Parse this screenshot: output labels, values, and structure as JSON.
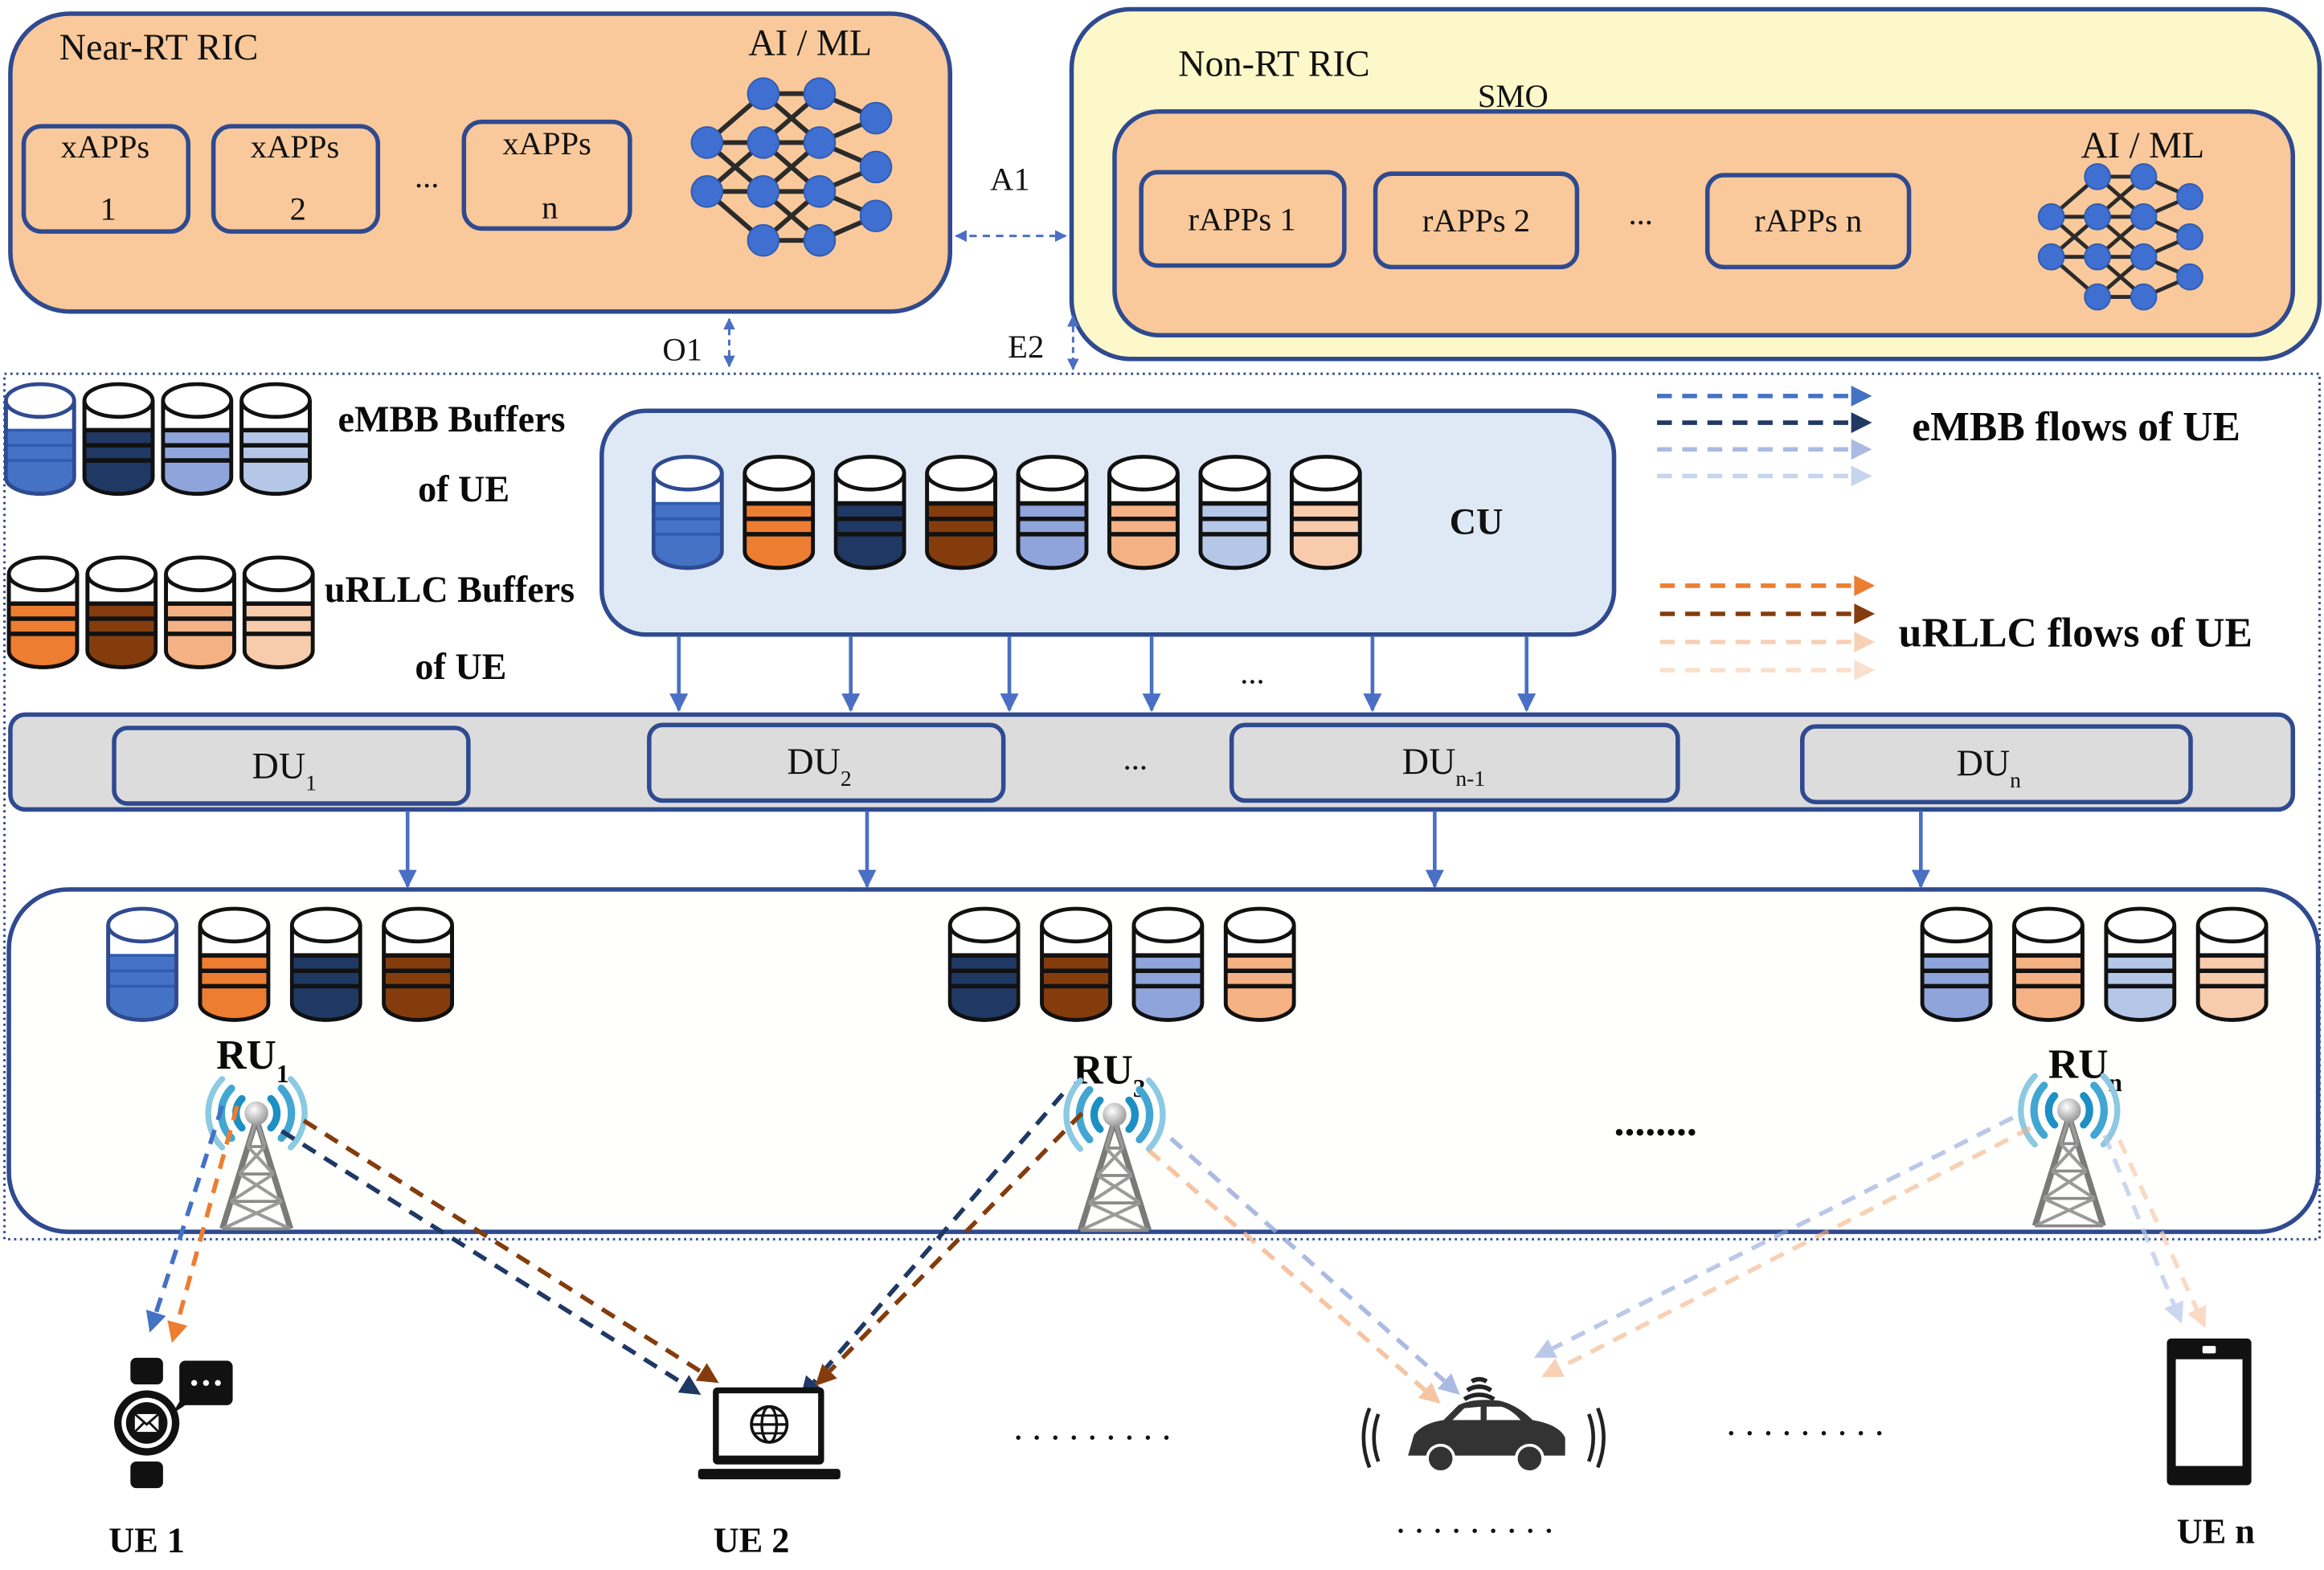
{
  "colors": {
    "near_rt_fill": "#f9c99b",
    "non_rt_fill": "#fdf8c9",
    "smo_fill": "#f9c99b",
    "cu_fill": "#dfe9f6",
    "du_bar_fill": "#dcdcdc",
    "box_stroke": "#2f4a8f",
    "arrow_blue": "#4a6fc4",
    "nn_node": "#3f6fd0",
    "nn_edge": "#2b2b2b"
  },
  "near_rt_ric": {
    "title": "Near-RT RIC",
    "ai_ml": "AI / ML",
    "xapps": [
      {
        "label": "xAPPs",
        "index": "1"
      },
      {
        "label": "xAPPs",
        "index": "2"
      },
      {
        "label": "xAPPs",
        "index": "n"
      }
    ],
    "ellipsis": "..."
  },
  "non_rt_ric": {
    "title": "Non-RT RIC",
    "smo_label": "SMO",
    "ai_ml": "AI / ML",
    "rapps": [
      "rAPPs 1",
      "rAPPs 2",
      "rAPPs n"
    ],
    "ellipsis": "..."
  },
  "interfaces": {
    "a1": "A1",
    "o1": "O1",
    "e2": "E2"
  },
  "legend": {
    "embb_buffers_line1": "eMBB Buffers",
    "embb_buffers_line2": "of UE",
    "urllc_buffers_line1": "uRLLC Buffers",
    "urllc_buffers_line2": "of UE",
    "embb_flows": "eMBB flows of UE",
    "urllc_flows": "uRLLC flows of UE",
    "embb_colors": [
      "#4472c4",
      "#1f3864",
      "#8fa4da",
      "#b4c7e7"
    ],
    "urllc_colors": [
      "#ed7d31",
      "#843c0c",
      "#f4b183",
      "#f8cbad"
    ]
  },
  "cu": {
    "label": "CU",
    "buffers": [
      "#4472c4",
      "#ed7d31",
      "#1f3864",
      "#843c0c",
      "#8fa4da",
      "#f4b183",
      "#b4c7e7",
      "#f8cbad"
    ],
    "ellipsis": "..."
  },
  "du": {
    "units": [
      {
        "base": "DU",
        "sub": "1"
      },
      {
        "base": "DU",
        "sub": "2"
      },
      {
        "base": "DU",
        "sub": "n-1"
      },
      {
        "base": "DU",
        "sub": "n"
      }
    ],
    "ellipsis": "..."
  },
  "ru": {
    "units": [
      {
        "base": "RU",
        "sub": "1",
        "buffers": [
          "#4472c4",
          "#ed7d31",
          "#1f3864",
          "#843c0c"
        ]
      },
      {
        "base": "RU",
        "sub": "3",
        "buffers": [
          "#1f3864",
          "#843c0c",
          "#8fa4da",
          "#f4b183"
        ]
      },
      {
        "base": "RU",
        "sub": "n",
        "buffers": [
          "#8fa4da",
          "#f4b183",
          "#b4c7e7",
          "#f8cbad"
        ]
      }
    ],
    "ellipsis": "........"
  },
  "ue": {
    "devices": [
      {
        "label": "UE 1",
        "icon": "smartwatch-icon"
      },
      {
        "label": "UE 2",
        "icon": "laptop-icon"
      },
      {
        "label": "",
        "icon": "connected-car-icon"
      },
      {
        "label": "UE n",
        "icon": "smartphone-icon"
      }
    ],
    "ellipsis_1": ". . . . . . . . .",
    "ellipsis_2": ". . . . . . . . .",
    "ellipsis_3": ". . . . . . . . ."
  }
}
